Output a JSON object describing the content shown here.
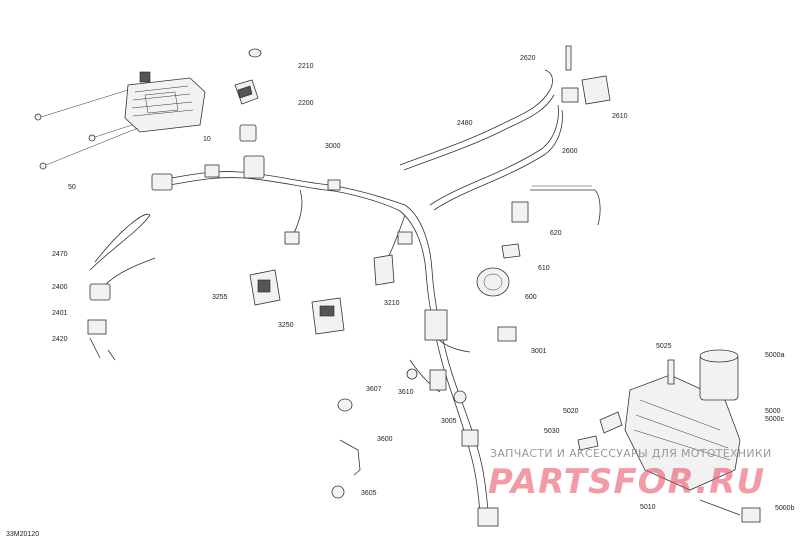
{
  "diagram": {
    "reference_code": "33M20120",
    "watermark": {
      "subtitle": "ЗАПЧАСТИ И АКСЕССУАРЫ ДЛЯ МОТОТЕХНИКИ",
      "brand": "PARTSFOR.RU"
    },
    "callouts": [
      "2210",
      "2200",
      "10",
      "50",
      "3000",
      "2480",
      "2620",
      "2610",
      "2600",
      "620",
      "610",
      "600",
      "2470",
      "2400",
      "2401",
      "2420",
      "3255",
      "3250",
      "3210",
      "3001",
      "3607",
      "3610",
      "3005",
      "3600",
      "3605",
      "5025",
      "5000a",
      "5020",
      "5000",
      "5000c",
      "5030",
      "5010",
      "5000b"
    ]
  }
}
